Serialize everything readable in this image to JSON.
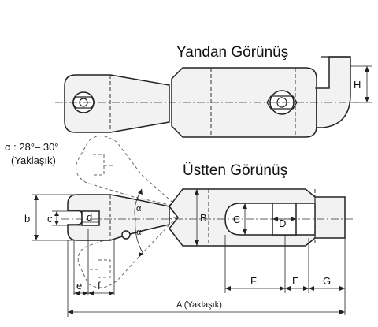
{
  "titles": {
    "side_view": "Yandan Görünüş",
    "top_view": "Üstten Görünüş"
  },
  "angle_note": {
    "line1": "α : 28°– 30°",
    "line2": "(Yaklaşık)"
  },
  "dimension_labels": {
    "H": "H",
    "B": "B",
    "C": "C",
    "D": "D",
    "F": "F",
    "E": "E",
    "G": "G",
    "b": "b",
    "c": "c",
    "d": "d",
    "e": "e",
    "f": "f",
    "A": "A (Yaklaşık)",
    "alpha": "α"
  }
}
